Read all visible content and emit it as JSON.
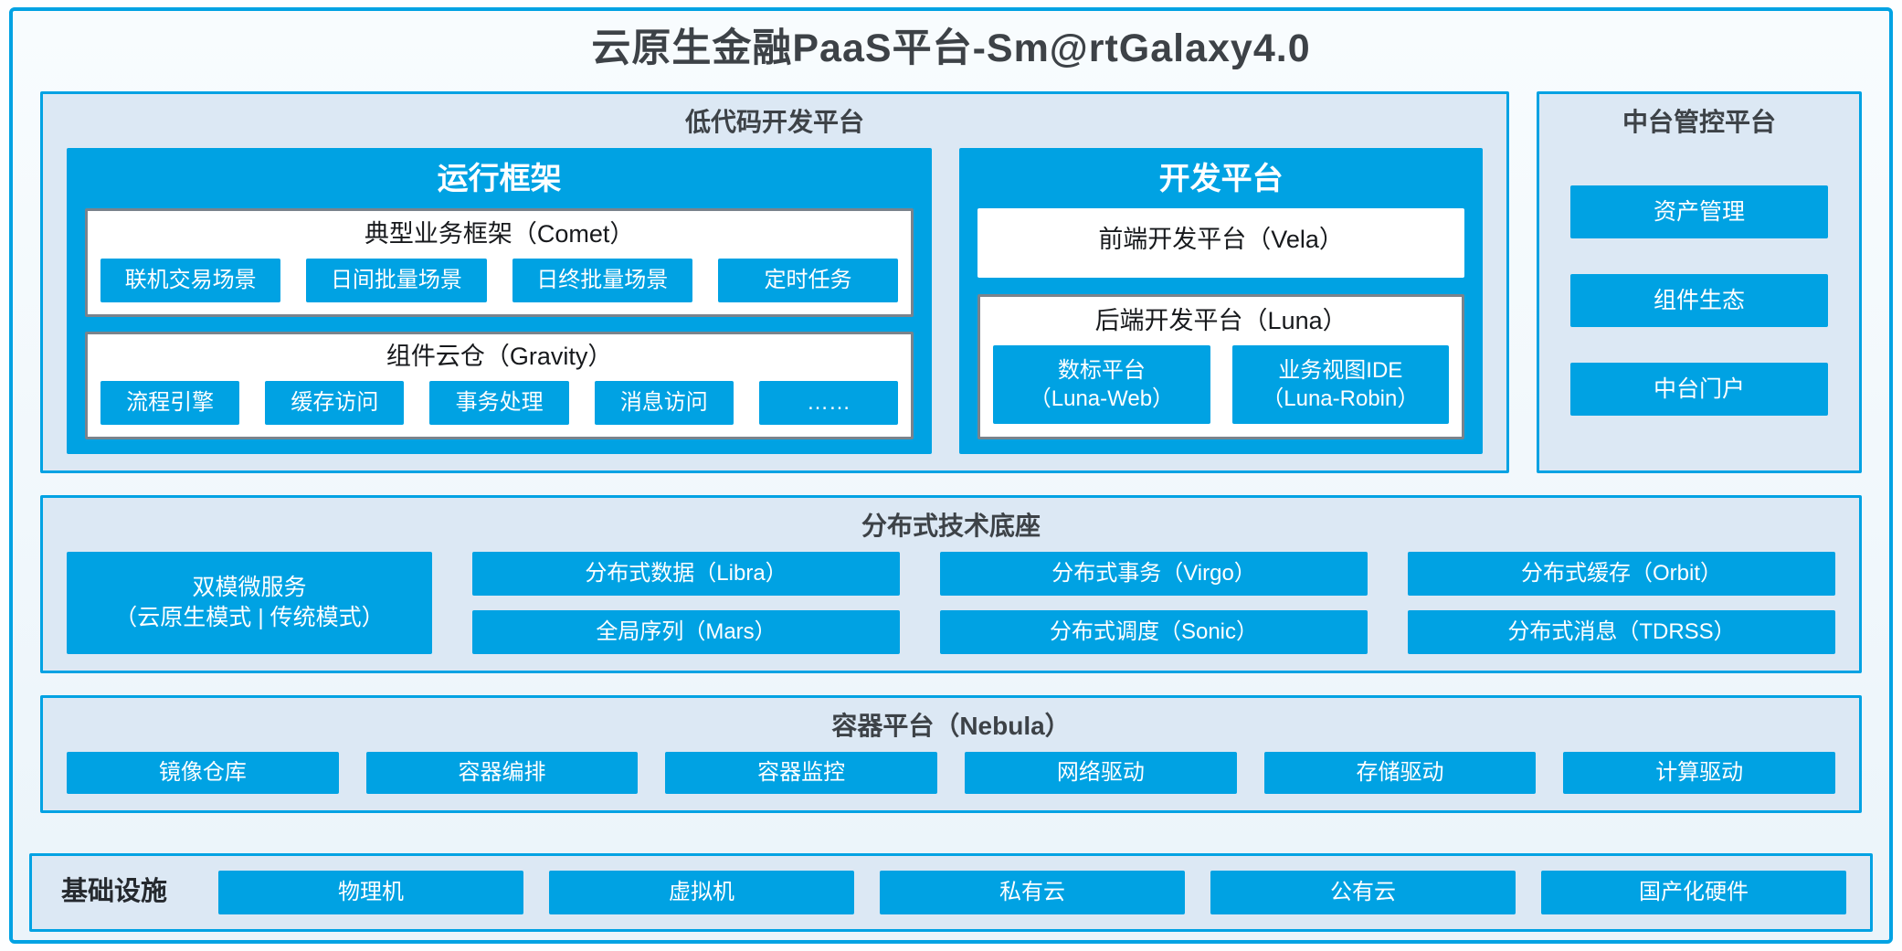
{
  "title": "云原生金融PaaS平台-Sm@rtGalaxy4.0",
  "colors": {
    "accent": "#00a2e3",
    "panel_background": "#dce8f4",
    "white_box_border": "#7a838c",
    "title_text": "#3d4247"
  },
  "low_code": {
    "title": "低代码开发平台",
    "runtime": {
      "title": "运行框架",
      "comet": {
        "title": "典型业务框架（Comet）",
        "items": [
          "联机交易场景",
          "日间批量场景",
          "日终批量场景",
          "定时任务"
        ]
      },
      "gravity": {
        "title": "组件云仓（Gravity）",
        "items": [
          "流程引擎",
          "缓存访问",
          "事务处理",
          "消息访问",
          "……"
        ]
      }
    },
    "dev": {
      "title": "开发平台",
      "vela": {
        "title": "前端开发平台（Vela）"
      },
      "luna": {
        "title": "后端开发平台（Luna）",
        "items": [
          {
            "name": "数标平台",
            "sub": "（Luna-Web）"
          },
          {
            "name": "业务视图IDE",
            "sub": "（Luna-Robin）"
          }
        ]
      }
    }
  },
  "mid_platform": {
    "title": "中台管控平台",
    "items": [
      "资产管理",
      "组件生态",
      "中台门户"
    ]
  },
  "distributed": {
    "title": "分布式技术底座",
    "dual_mode": {
      "line1": "双模微服务",
      "line2": "（云原生模式 | 传统模式）"
    },
    "columns": [
      [
        "分布式数据（Libra）",
        "全局序列（Mars）"
      ],
      [
        "分布式事务（Virgo）",
        "分布式调度（Sonic）"
      ],
      [
        "分布式缓存（Orbit）",
        "分布式消息（TDRSS）"
      ]
    ]
  },
  "container_platform": {
    "title": "容器平台（Nebula）",
    "items": [
      "镜像仓库",
      "容器编排",
      "容器监控",
      "网络驱动",
      "存储驱动",
      "计算驱动"
    ]
  },
  "infrastructure": {
    "title": "基础设施",
    "items": [
      "物理机",
      "虚拟机",
      "私有云",
      "公有云",
      "国产化硬件"
    ]
  }
}
